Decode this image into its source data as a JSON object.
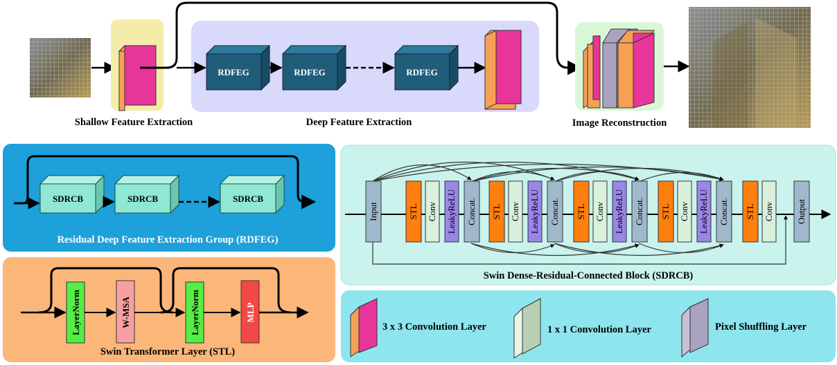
{
  "top": {
    "shallow_label": "Shallow Feature Extraction",
    "deep_label": "Deep Feature Extraction",
    "recon_label": "Image Reconstruction",
    "rdfeg_block": "RDFEG"
  },
  "rdfeg_panel": {
    "title": "Residual Deep Feature Extraction Group (RDFEG)",
    "block": "SDRCB"
  },
  "stl_panel": {
    "title": "Swin Transformer Layer (STL)",
    "layernorm": "LayerNorm",
    "wmsa": "W-MSA",
    "mlp": "MLP"
  },
  "sdrcb_panel": {
    "title": "Swin Dense-Residual-Connected Block (SDRCB)",
    "input": "Input",
    "output": "Output",
    "stl": "STL",
    "conv": "Conv",
    "leaky": "LeakyReLU",
    "concat": "Concat."
  },
  "legend": {
    "conv3": "3 x 3 Convolution Layer",
    "conv1": "1 x 1 Convolution Layer",
    "pixel": "Pixel Shuffling Layer"
  },
  "colors": {
    "conv3_front": "#e8359a",
    "conv3_side": "#f7a055",
    "conv1_front": "#d8f0dc",
    "pixel_front": "#a9a3c0",
    "rdfeg_block": "#1f5d7a",
    "sdrcb_block": "#8ee8d4",
    "stl_orange": "#ff7f0e",
    "leaky_purple": "#9b85e8",
    "io_blue": "#a0b8cc",
    "layernorm_green": "#55ee44",
    "wmsa_pink": "#f7a0a0",
    "mlp_red": "#f24848"
  }
}
